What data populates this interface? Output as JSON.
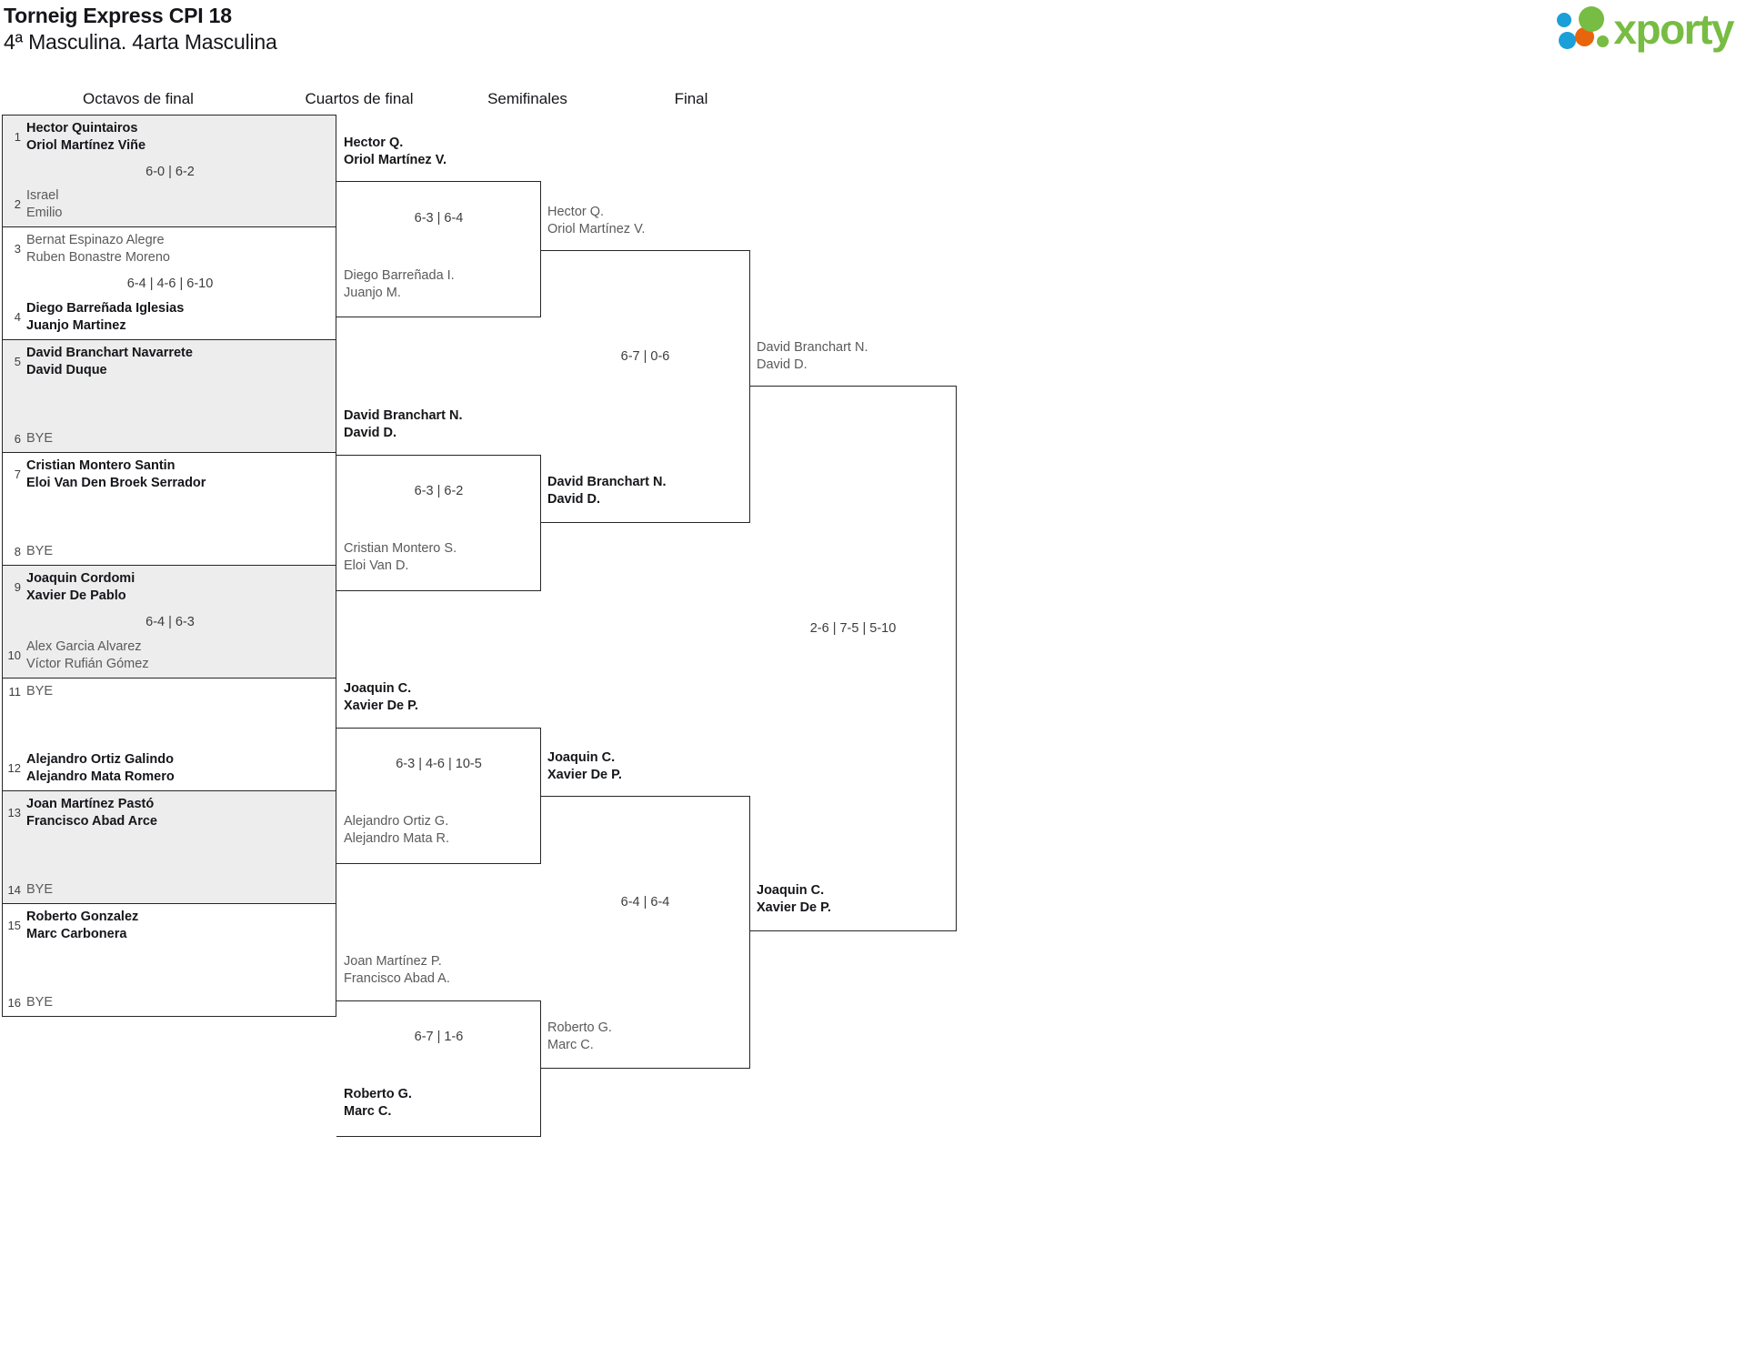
{
  "header": {
    "title": "Torneig Express CPI 18",
    "subtitle": "4ª Masculina. 4arta Masculina",
    "logo_text": "xporty",
    "logo_colors": {
      "green": "#77bc43",
      "blue": "#1b9fd8",
      "orange": "#e8650d"
    }
  },
  "rounds": [
    {
      "label": "Octavos de final"
    },
    {
      "label": "Cuartos de final"
    },
    {
      "label": "Semifinales"
    },
    {
      "label": "Final"
    }
  ],
  "round1": {
    "label": "Octavos de final",
    "matches": [
      {
        "score": "6-0 | 6-2",
        "top": {
          "seed": "1",
          "line1": "Hector Quintairos",
          "line2": "Oriol Martínez Viñe",
          "result": "winner"
        },
        "bottom": {
          "seed": "2",
          "line1": "Israel",
          "line2": "Emilio",
          "result": "loser"
        }
      },
      {
        "score": "6-4 | 4-6 | 6-10",
        "top": {
          "seed": "3",
          "line1": "Bernat Espinazo Alegre",
          "line2": "Ruben Bonastre Moreno",
          "result": "loser"
        },
        "bottom": {
          "seed": "4",
          "line1": "Diego Barreñada Iglesias",
          "line2": "Juanjo Martinez",
          "result": "winner"
        }
      },
      {
        "score": "",
        "top": {
          "seed": "5",
          "line1": "David Branchart Navarrete",
          "line2": "David Duque",
          "result": "winner"
        },
        "bottom": {
          "seed": "6",
          "line1": "BYE",
          "line2": "",
          "result": "bye"
        }
      },
      {
        "score": "",
        "top": {
          "seed": "7",
          "line1": "Cristian Montero Santin",
          "line2": "Eloi Van Den Broek Serrador",
          "result": "winner"
        },
        "bottom": {
          "seed": "8",
          "line1": "BYE",
          "line2": "",
          "result": "bye"
        }
      },
      {
        "score": "6-4 | 6-3",
        "top": {
          "seed": "9",
          "line1": "Joaquin Cordomi",
          "line2": "Xavier De Pablo",
          "result": "winner"
        },
        "bottom": {
          "seed": "10",
          "line1": "Alex Garcia Alvarez",
          "line2": "Víctor Rufián Gómez",
          "result": "loser"
        }
      },
      {
        "score": "",
        "top": {
          "seed": "11",
          "line1": "BYE",
          "line2": "",
          "result": "bye"
        },
        "bottom": {
          "seed": "12",
          "line1": "Alejandro Ortiz Galindo",
          "line2": "Alejandro Mata Romero",
          "result": "winner"
        }
      },
      {
        "score": "",
        "top": {
          "seed": "13",
          "line1": "Joan Martínez Pastó",
          "line2": "Francisco Abad Arce",
          "result": "winner"
        },
        "bottom": {
          "seed": "14",
          "line1": "BYE",
          "line2": "",
          "result": "bye"
        }
      },
      {
        "score": "",
        "top": {
          "seed": "15",
          "line1": "Roberto Gonzalez",
          "line2": "Marc Carbonera",
          "result": "winner"
        },
        "bottom": {
          "seed": "16",
          "line1": "BYE",
          "line2": "",
          "result": "bye"
        }
      }
    ]
  },
  "round2": {
    "label": "Cuartos de final",
    "matches": [
      {
        "score": "6-3 | 6-4",
        "top": {
          "line1": "Hector Q.",
          "line2": "Oriol Martínez V.",
          "result": "winner"
        },
        "bottom": {
          "line1": "Diego Barreñada I.",
          "line2": "Juanjo M.",
          "result": "loser"
        }
      },
      {
        "score": "6-3 | 6-2",
        "top": {
          "line1": "David Branchart N.",
          "line2": "David D.",
          "result": "winner"
        },
        "bottom": {
          "line1": "Cristian Montero S.",
          "line2": "Eloi Van D.",
          "result": "loser"
        }
      },
      {
        "score": "6-3 | 4-6 | 10-5",
        "top": {
          "line1": "Joaquin C.",
          "line2": "Xavier De P.",
          "result": "winner"
        },
        "bottom": {
          "line1": "Alejandro Ortiz G.",
          "line2": "Alejandro Mata R.",
          "result": "loser"
        }
      },
      {
        "score": "6-7 | 1-6",
        "top": {
          "line1": "Joan Martínez P.",
          "line2": "Francisco Abad A.",
          "result": "loser"
        },
        "bottom": {
          "line1": "Roberto G.",
          "line2": "Marc C.",
          "result": "winner"
        }
      }
    ]
  },
  "round3": {
    "label": "Semifinales",
    "matches": [
      {
        "score": "6-7 | 0-6",
        "top": {
          "line1": "Hector Q.",
          "line2": "Oriol Martínez V.",
          "result": "loser"
        },
        "bottom": {
          "line1": "David Branchart N.",
          "line2": "David D.",
          "result": "winner"
        }
      },
      {
        "score": "6-4 | 6-4",
        "top": {
          "line1": "Joaquin C.",
          "line2": "Xavier De P.",
          "result": "winner"
        },
        "bottom": {
          "line1": "Roberto G.",
          "line2": "Marc C.",
          "result": "loser"
        }
      }
    ]
  },
  "round4": {
    "label": "Final",
    "matches": [
      {
        "score": "2-6 | 7-5 | 5-10",
        "top": {
          "line1": "David Branchart N.",
          "line2": "David D.",
          "result": "loser"
        },
        "bottom": {
          "line1": "Joaquin C.",
          "line2": "Xavier De P.",
          "result": "winner"
        }
      }
    ]
  }
}
